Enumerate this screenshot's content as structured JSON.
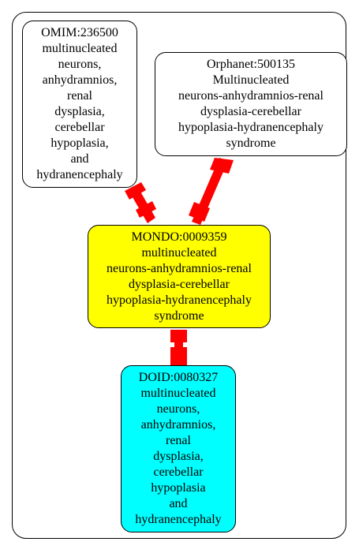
{
  "nodes": {
    "omim": {
      "lines": [
        "OMIM:236500",
        "multinucleated",
        "neurons,",
        "anhydramnios,",
        "renal",
        "dysplasia,",
        "cerebellar",
        "hypoplasia,",
        "and",
        "hydranencephaly"
      ],
      "fill": "#ffffff"
    },
    "orphanet": {
      "lines": [
        "Orphanet:500135",
        "Multinucleated",
        "neurons-anhydramnios-renal",
        "dysplasia-cerebellar",
        "hypoplasia-hydranencephaly",
        "syndrome"
      ],
      "fill": "#ffffff"
    },
    "mondo": {
      "lines": [
        "MONDO:0009359",
        "multinucleated",
        "neurons-anhydramnios-renal",
        "dysplasia-cerebellar",
        "hypoplasia-hydranencephaly",
        "syndrome"
      ],
      "fill": "#ffff00"
    },
    "doid": {
      "lines": [
        "DOID:0080327",
        "multinucleated",
        "neurons,",
        "anhydramnios,",
        "renal",
        "dysplasia,",
        "cerebellar",
        "hypoplasia",
        "and",
        "hydranencephaly"
      ],
      "fill": "#00ffff"
    }
  },
  "edges": [
    {
      "from": "omim",
      "to": "mondo",
      "color": "#ff0000"
    },
    {
      "from": "orphanet",
      "to": "mondo",
      "color": "#ff0000"
    },
    {
      "from": "mondo",
      "to": "doid",
      "color": "#ff0000"
    }
  ]
}
